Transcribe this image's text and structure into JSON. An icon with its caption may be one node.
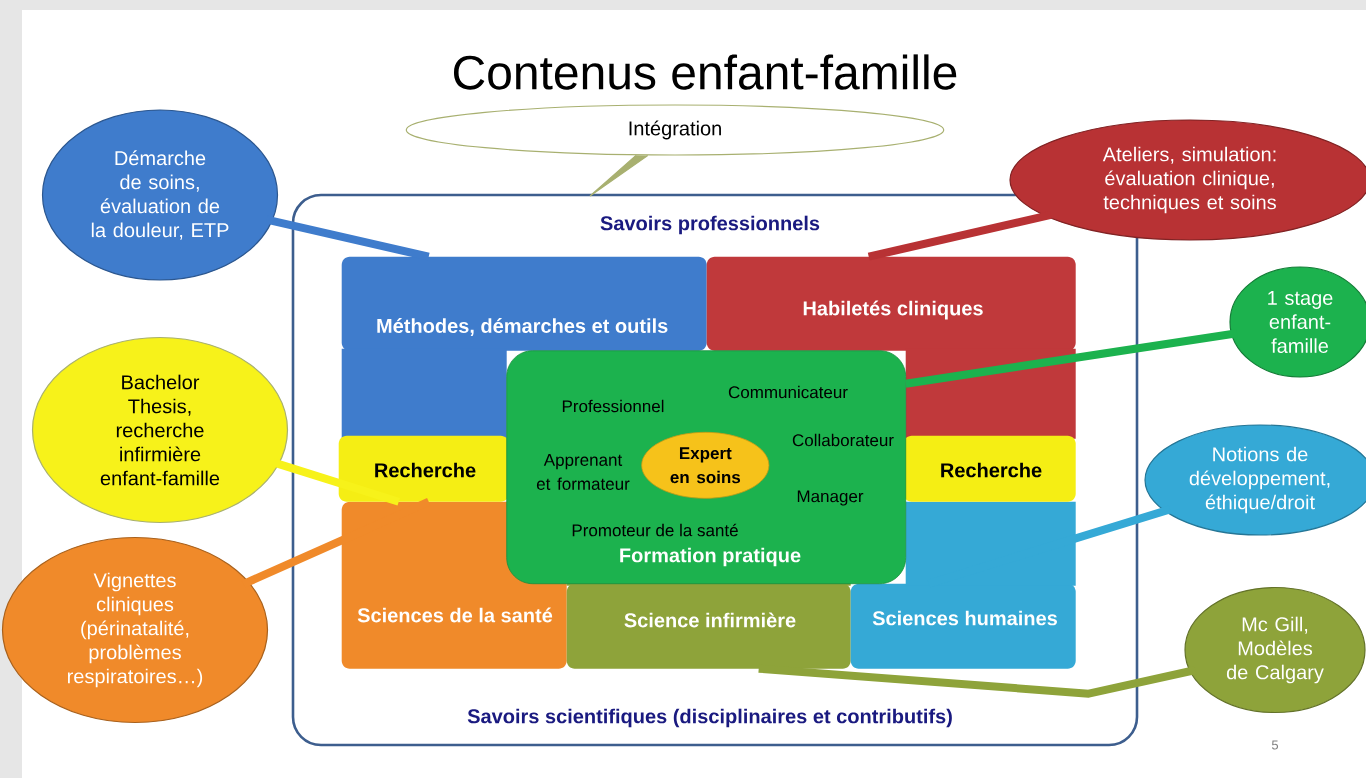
{
  "diagram": {
    "title": "Contenus enfant-famille",
    "nodes": [
      {
        "text": [
          "Savoirs professionnels",
          "Savoirs scientifiques (disciplinaires et contributifs)"
        ]
      },
      {
        "text": [
          "Méthodes, démarches et outils"
        ],
        "in": 0
      },
      {
        "text": [
          "Habiletés cliniques"
        ],
        "in": 0
      },
      {
        "text": [
          "Recherche"
        ],
        "in": 0
      },
      {
        "text": [
          "Recherche"
        ],
        "in": 0
      },
      {
        "text": [
          "Sciences de la santé"
        ],
        "in": 0
      },
      {
        "text": [
          "Science infirmière"
        ],
        "in": 0
      },
      {
        "text": [
          "Sciences humaines"
        ],
        "in": 0
      },
      {
        "text": [
          "Professionnel",
          "Communicateur",
          "Apprenant et formateur",
          "Collaborateur",
          "Manager",
          "Promoteur de la santé",
          "Formation pratique"
        ],
        "in": 0
      },
      {
        "text": [
          "Expert en soins"
        ],
        "in": 8
      },
      {
        "text": [
          "Intégration"
        ]
      },
      {
        "text": [
          "Démarche de soins, évaluation de la douleur, ETP"
        ]
      },
      {
        "text": [
          "Ateliers, simulation: évaluation clinique, techniques et soins"
        ]
      },
      {
        "text": [
          "1 stage enfant-famille"
        ]
      },
      {
        "text": [
          "Bachelor Thesis, recherche infirmière enfant-famille"
        ]
      },
      {
        "text": [
          "Notions de développement, éthique/droit"
        ]
      },
      {
        "text": [
          "Vignettes cliniques (périnatalité, problèmes respiratoires…)"
        ]
      },
      {
        "text": [
          "Mc Gill, Modèles de Calgary"
        ]
      }
    ],
    "edges": [
      {
        "from": 10,
        "to": 0,
        "arrow": "none",
        "color": "#a8b070"
      },
      {
        "from": 11,
        "to": 1,
        "arrow": "none",
        "color": "#3f7ccc"
      },
      {
        "from": 12,
        "to": 2,
        "arrow": "none",
        "color": "#b83234"
      },
      {
        "from": 13,
        "to": 8,
        "arrow": "none",
        "color": "#1cb24e"
      },
      {
        "from": 14,
        "to": 3,
        "arrow": "none",
        "color": "#f7f21a"
      },
      {
        "from": 15,
        "to": 7,
        "arrow": "none",
        "color": "#35a9d6"
      },
      {
        "from": 16,
        "to": 5,
        "arrow": "none",
        "color": "#f08a2a"
      },
      {
        "from": 17,
        "to": 6,
        "arrow": "none",
        "color": "#8ea33a"
      }
    ],
    "labels": [
      "5"
    ]
  }
}
